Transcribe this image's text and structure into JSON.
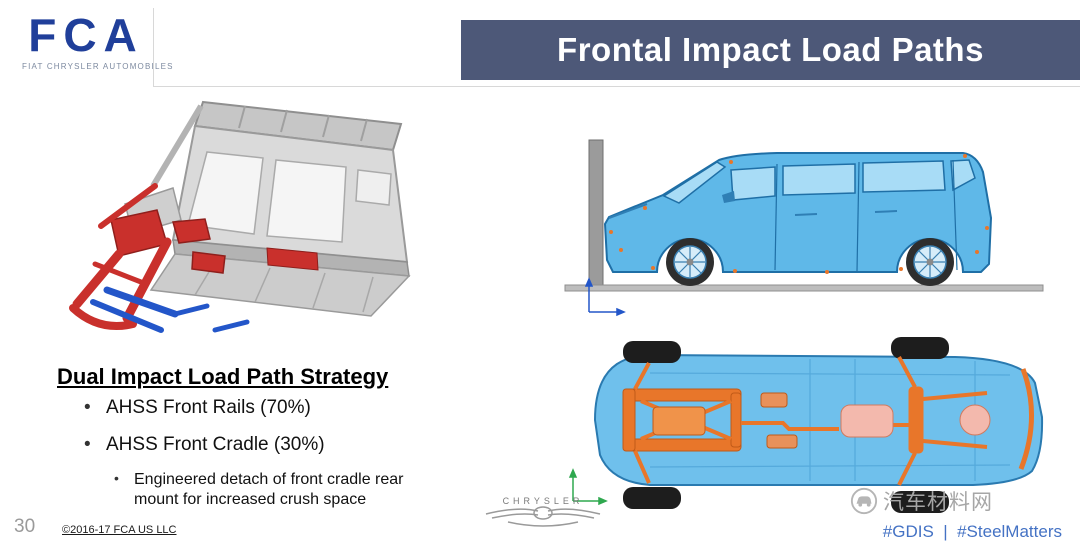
{
  "header": {
    "title": "Frontal Impact Load Paths",
    "logo": {
      "brand": "FCA",
      "subtitle": "FIAT CHRYSLER AUTOMOBILES"
    }
  },
  "content": {
    "heading": "Dual Impact Load Path Strategy",
    "bullets": [
      "AHSS Front Rails (70%)",
      "AHSS Front Cradle (30%)"
    ],
    "sub_bullet": "Engineered detach of front cradle rear mount for increased crush space"
  },
  "footer": {
    "page_number": "30",
    "copyright": "©2016-17 FCA US LLC",
    "hashtags": "#GDIS  |  #SteelMatters",
    "chrysler_wordmark": "CHRYSLER",
    "watermark": "汽车材料网"
  },
  "colors": {
    "title_bar_bg": "#4d5878",
    "title_text": "#ffffff",
    "fca_blue": "#203f9a",
    "hashtag_blue": "#4472c4",
    "load_path_red": "#c9302c",
    "cradle_blue": "#2356c9",
    "sim_body_blue": "#5fb8e8",
    "sim_highlight_orange": "#e8762a"
  }
}
